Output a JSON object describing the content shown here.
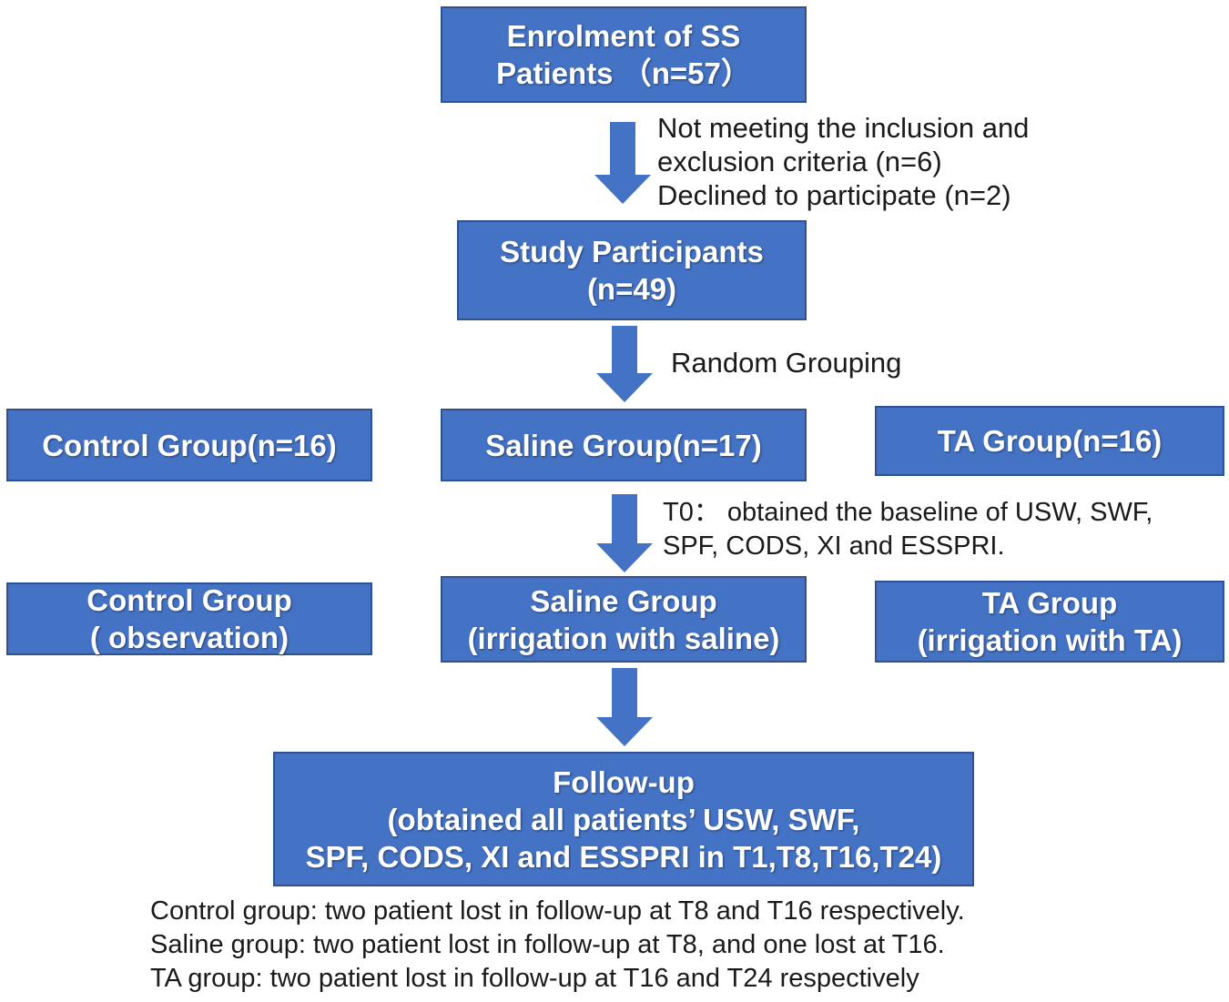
{
  "colors": {
    "box_fill": "#4472C4",
    "box_border": "#2F528F",
    "arrow": "#4472C4"
  },
  "boxes": {
    "enrolment": {
      "line1": "Enrolment of SS",
      "line2": "Patients （n=57）"
    },
    "participants": {
      "line1": "Study Participants",
      "line2": "(n=49)"
    },
    "control_group": {
      "line1": "Control Group(n=16)"
    },
    "saline_group": {
      "line1": "Saline Group(n=17)"
    },
    "ta_group": {
      "line1": "TA Group(n=16)"
    },
    "control_obs": {
      "line1": "Control Group",
      "line2": "( observation)"
    },
    "saline_irr": {
      "line1": "Saline Group",
      "line2": "(irrigation with saline)"
    },
    "ta_irr": {
      "line1": "TA Group",
      "line2": "(irrigation with TA)"
    },
    "followup": {
      "line1": "Follow-up",
      "line2": "(obtained all patients’ USW, SWF,",
      "line3": "SPF, CODS, XI and ESSPRI in T1,T8,T16,T24)"
    }
  },
  "notes": {
    "exclusion": {
      "line1": "Not meeting the inclusion and",
      "line2": "exclusion criteria (n=6)",
      "line3": "Declined to participate (n=2)"
    },
    "random": "Random Grouping",
    "baseline": {
      "line1": "T0： obtained the baseline of  USW, SWF,",
      "line2": "SPF, CODS, XI and ESSPRI."
    },
    "losses": {
      "line1": "Control group: two patient lost in follow-up at T8 and T16 respectively.",
      "line2": "Saline group: two patient lost in follow-up at T8, and one lost at T16.",
      "line3": "TA group: two patient lost in follow-up at T16 and T24 respectively"
    }
  }
}
